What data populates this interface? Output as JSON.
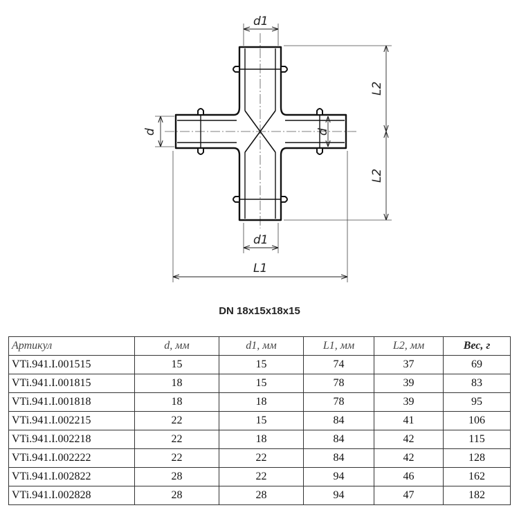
{
  "drawing": {
    "labels": {
      "d1_top": "d1",
      "d1_bottom": "d1",
      "d_left": "d",
      "d_right": "d",
      "L1": "L1",
      "L2_top": "L2",
      "L2_bottom": "L2"
    }
  },
  "caption": "DN 18x15x18x15",
  "table": {
    "headers": [
      "Артикул",
      "d, мм",
      "d1, мм",
      "L1, мм",
      "L2, мм",
      "Вес, г"
    ],
    "rows": [
      [
        "VTi.941.I.001515",
        "15",
        "15",
        "74",
        "37",
        "69"
      ],
      [
        "VTi.941.I.001815",
        "18",
        "15",
        "78",
        "39",
        "83"
      ],
      [
        "VTi.941.I.001818",
        "18",
        "18",
        "78",
        "39",
        "95"
      ],
      [
        "VTi.941.I.002215",
        "22",
        "15",
        "84",
        "41",
        "106"
      ],
      [
        "VTi.941.I.002218",
        "22",
        "18",
        "84",
        "42",
        "115"
      ],
      [
        "VTi.941.I.002222",
        "22",
        "22",
        "84",
        "42",
        "128"
      ],
      [
        "VTi.941.I.002822",
        "28",
        "22",
        "94",
        "46",
        "162"
      ],
      [
        "VTi.941.I.002828",
        "28",
        "28",
        "94",
        "47",
        "182"
      ]
    ]
  }
}
